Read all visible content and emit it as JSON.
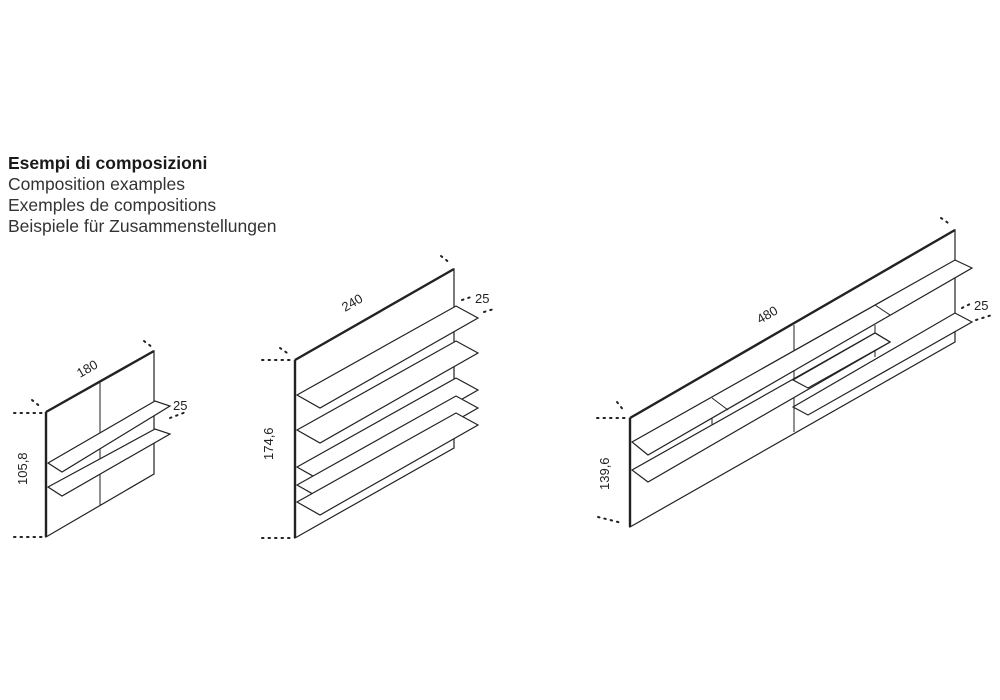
{
  "heading": {
    "it": "Esempi di composizioni",
    "en": "Composition examples",
    "fr": "Exemples de compositions",
    "de": "Beispiele für Zusammenstellungen"
  },
  "compositions": [
    {
      "width": "180",
      "depth": "25",
      "height": "105,8"
    },
    {
      "width": "240",
      "depth": "25",
      "height": "174,6"
    },
    {
      "width": "480",
      "depth": "25",
      "height": "139,6"
    }
  ]
}
